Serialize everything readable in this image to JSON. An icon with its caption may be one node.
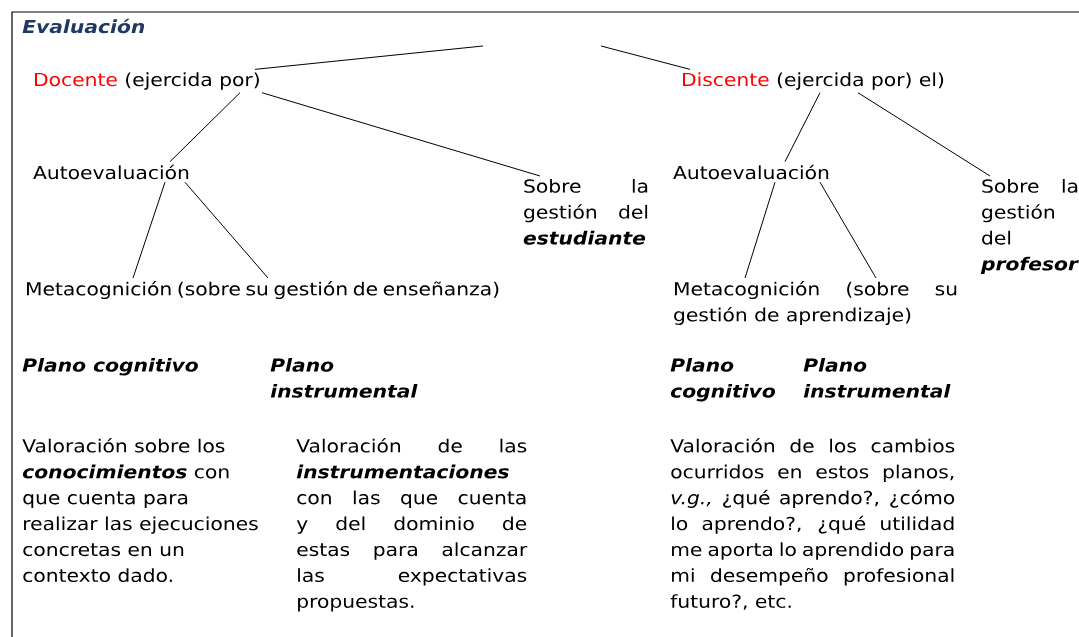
{
  "diagram": {
    "title": "Evaluación",
    "nodes": [
      {
        "text": [
          "Docente",
          "(ejercida por)"
        ]
      },
      {
        "text": [
          "Discente",
          "(ejercida por) el)"
        ]
      },
      {
        "text": [
          "Autoevaluación"
        ]
      },
      {
        "text": [
          "Sobre la gestión del",
          "estudiante"
        ]
      },
      {
        "text": [
          "Autoevaluación"
        ]
      },
      {
        "text": [
          "Sobre la gestión del",
          "profesor"
        ]
      },
      {
        "text": [
          "Metacognición (sobre su gestión de enseñanza)"
        ]
      },
      {
        "text": [
          "Metacognición (sobre su gestión de aprendizaje)"
        ]
      }
    ],
    "edges": [
      {
        "from": null,
        "to": 0,
        "arrow": "none"
      },
      {
        "from": null,
        "to": 1,
        "arrow": "none"
      },
      {
        "from": 0,
        "to": 2,
        "arrow": "none"
      },
      {
        "from": 0,
        "to": 3,
        "arrow": "none"
      },
      {
        "from": 1,
        "to": 4,
        "arrow": "none"
      },
      {
        "from": 1,
        "to": 5,
        "arrow": "none"
      },
      {
        "from": 2,
        "to": 6,
        "arrow": "none"
      },
      {
        "from": 2,
        "to": 6,
        "arrow": "none"
      },
      {
        "from": 4,
        "to": 7,
        "arrow": "none"
      },
      {
        "from": 4,
        "to": 7,
        "arrow": "none"
      }
    ],
    "labels": [
      "Plano cognitivo",
      "Plano instrumental",
      "Plano cognitivo",
      "Plano instrumental",
      "Valoración sobre los **conocimientos** con que cuenta para realizar las ejecuciones concretas en un contexto dado.",
      "Valoración de las **instrumentaciones** con las que cuenta y del dominio de estas para alcanzar las expectativas propuestas.",
      "Valoración de los cambios ocurridos en estos planos, *v.g.,* ¿qué aprendo?, ¿cómo lo aprendo?, ¿qué utilidad me aporta lo aprendido para mi desempeño profesional futuro?, etc."
    ]
  }
}
